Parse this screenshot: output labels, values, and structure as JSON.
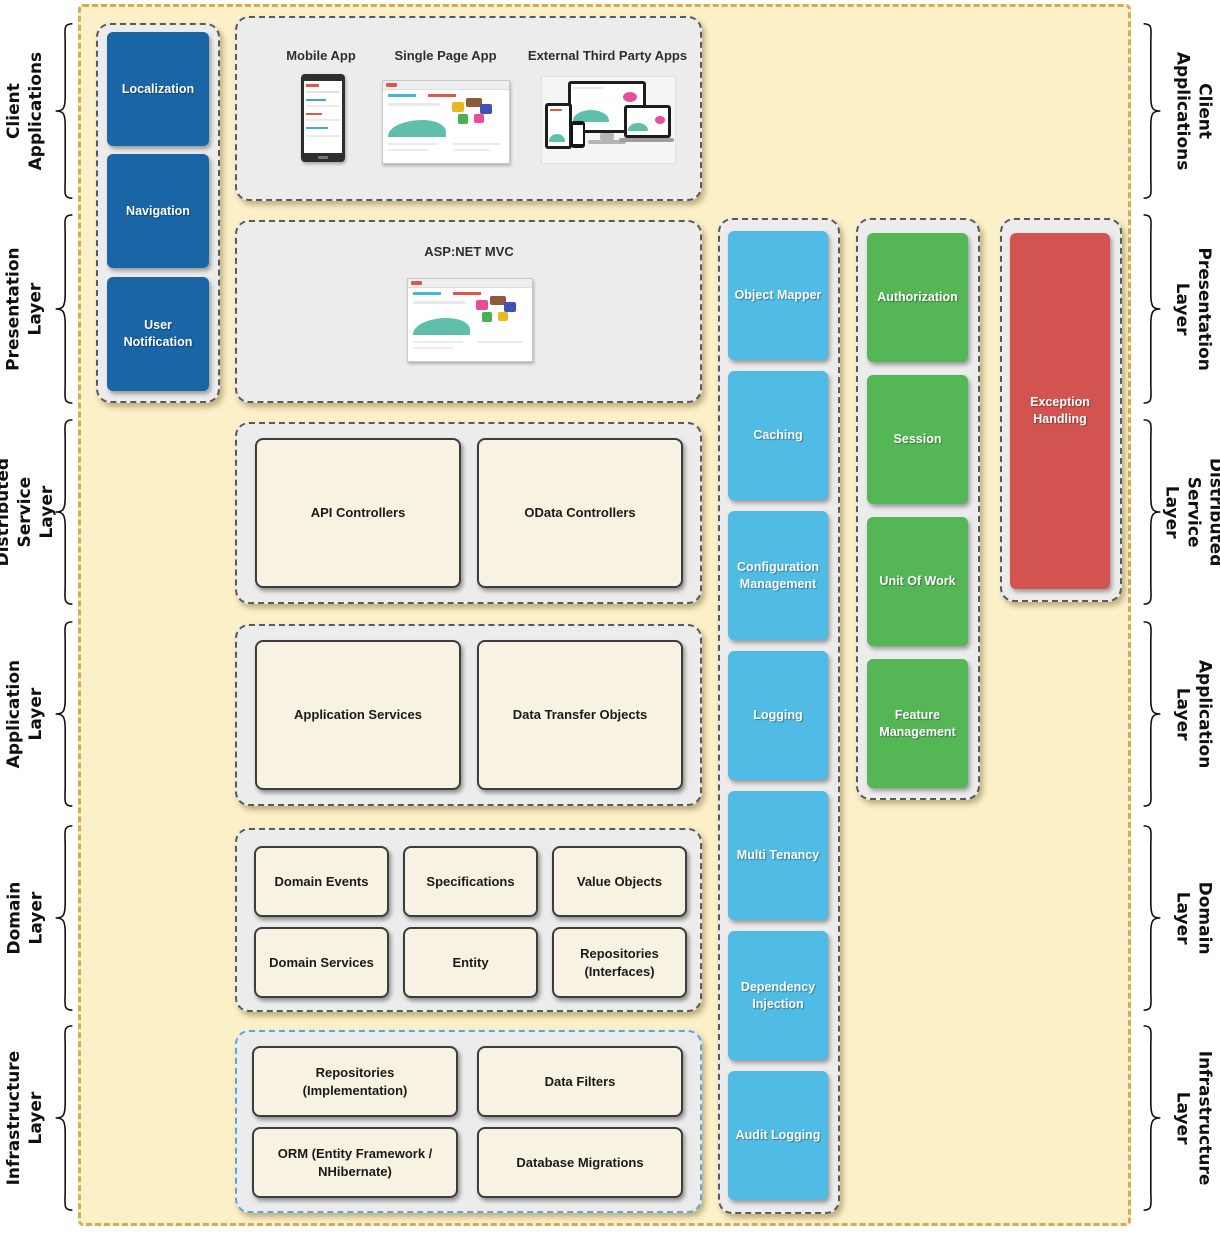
{
  "layers": [
    "Client\nApplications",
    "Presentation\nLayer",
    "Distributed\nService Layer",
    "Application\nLayer",
    "Domain\nLayer",
    "Infrastructure\nLayer"
  ],
  "presentation_widgets": [
    "Localization",
    "Navigation",
    "User Notification"
  ],
  "client_apps": [
    "Mobile App",
    "Single Page App",
    "External Third Party Apps"
  ],
  "mvc_title": "ASP:NET MVC",
  "distributed_service": [
    "API Controllers",
    "OData Controllers"
  ],
  "application_layer": [
    "Application Services",
    "Data Transfer Objects"
  ],
  "domain_layer": [
    "Domain Events",
    "Specifications",
    "Value Objects",
    "Domain Services",
    "Entity",
    "Repositories (Interfaces)"
  ],
  "infrastructure_layer": [
    "Repositories (Implementation)",
    "Data Filters",
    "ORM (Entity Framework / NHibernate)",
    "Database Migrations"
  ],
  "cross_cutting": {
    "cyan": [
      "Object Mapper",
      "Caching",
      "Configuration Management",
      "Logging",
      "Multi Tenancy",
      "Dependency Injection",
      "Audit Logging"
    ],
    "green": [
      "Authorization",
      "Session",
      "Unit Of Work",
      "Feature Management"
    ],
    "red": [
      "Exception Handling"
    ]
  },
  "colors": {
    "blue_box": "#1965a6",
    "cyan_box": "#50bce5",
    "green_box": "#55b656",
    "red_box": "#d35350",
    "board_bg": "#fcf0c9",
    "board_border": "#d3ad52",
    "container_bg": "#ececec",
    "container_border": "#5a5a5a",
    "infrastructure_border": "#58a7de",
    "plain_box_bg": "#f8f2e2",
    "plain_box_border": "#3d3d3d"
  }
}
